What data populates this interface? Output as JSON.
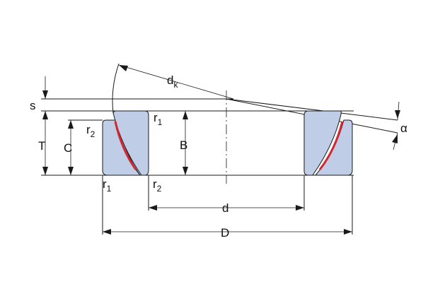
{
  "colors": {
    "part_fill": "#bfcde6",
    "contact_red": "#d2272e",
    "line": "#1a1a1a"
  },
  "labels": {
    "dk": "d",
    "dk_sub": "k",
    "s": "s",
    "alpha": "α",
    "T": "T",
    "C": "C",
    "B": "B",
    "d": "d",
    "D": "D",
    "r1": "r",
    "r1_sub": "1",
    "r2": "r",
    "r2_sub": "2"
  }
}
